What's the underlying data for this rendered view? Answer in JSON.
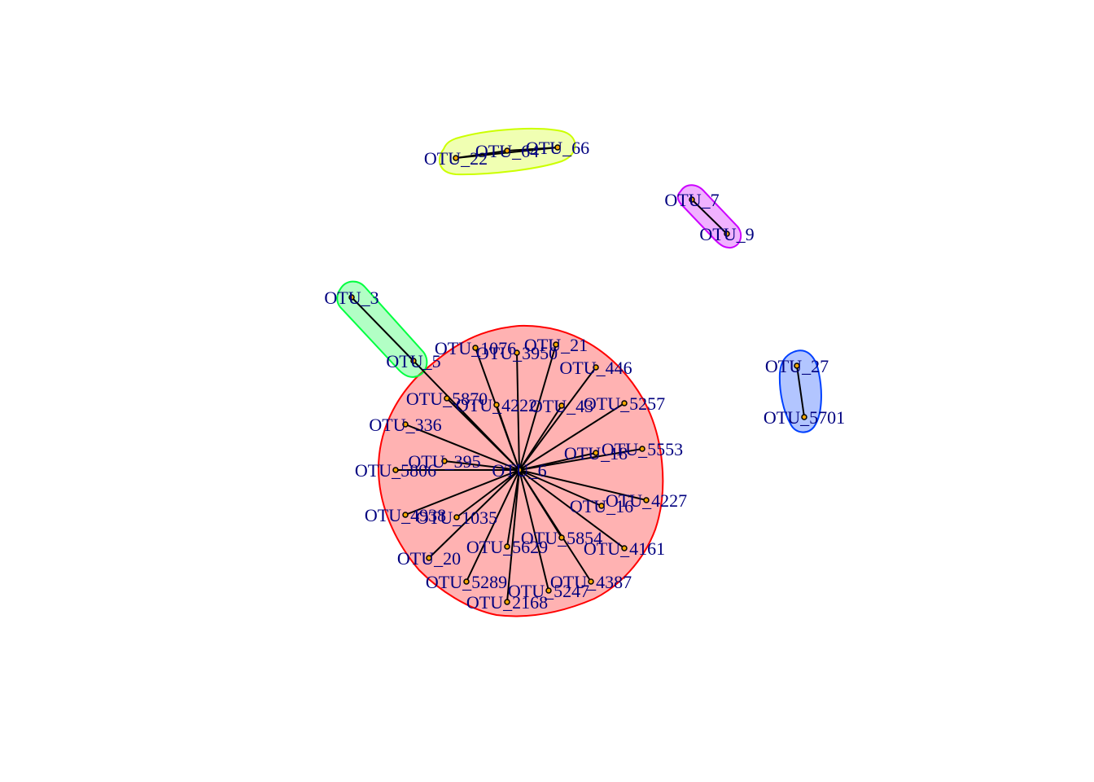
{
  "graph": {
    "node_color": "#f5a800",
    "label_color": "#00007f",
    "edge_color": "#000000",
    "groups": [
      {
        "id": "group-1",
        "fill": "#ff0000",
        "fill_opacity": 0.3,
        "stroke": "#ff0000",
        "nodes": [
          "OTU_6",
          "OTU_21",
          "OTU_1076",
          "OTU_3950",
          "OTU_446",
          "OTU_5870",
          "OTU_4222",
          "OTU_43",
          "OTU_5257",
          "OTU_336",
          "OTU_18",
          "OTU_5553",
          "OTU_395",
          "OTU_5806",
          "OTU_4227",
          "OTU_16",
          "OTU_4938",
          "OTU_1035",
          "OTU_5854",
          "OTU_4161",
          "OTU_5629",
          "OTU_20",
          "OTU_5289",
          "OTU_4387",
          "OTU_5247",
          "OTU_2168"
        ]
      },
      {
        "id": "group-2",
        "fill": "#00ff40",
        "fill_opacity": 0.3,
        "stroke": "#00ff40",
        "nodes": [
          "OTU_3",
          "OTU_5"
        ]
      },
      {
        "id": "group-3",
        "fill": "#ccff00",
        "fill_opacity": 0.3,
        "stroke": "#ccff00",
        "nodes": [
          "OTU_22",
          "OTU_64",
          "OTU_66"
        ]
      },
      {
        "id": "group-4",
        "fill": "#cc00ff",
        "fill_opacity": 0.3,
        "stroke": "#cc00ff",
        "nodes": [
          "OTU_7",
          "OTU_9"
        ]
      },
      {
        "id": "group-5",
        "fill": "#0040ff",
        "fill_opacity": 0.3,
        "stroke": "#0040ff",
        "nodes": [
          "OTU_27",
          "OTU_5701"
        ]
      }
    ],
    "nodes": [
      {
        "id": "OTU_6",
        "label": "OTU_6"
      },
      {
        "id": "OTU_21",
        "label": "OTU_21"
      },
      {
        "id": "OTU_1076",
        "label": "OTU_1076"
      },
      {
        "id": "OTU_3950",
        "label": "OTU_3950"
      },
      {
        "id": "OTU_446",
        "label": "OTU_446"
      },
      {
        "id": "OTU_5870",
        "label": "OTU_5870"
      },
      {
        "id": "OTU_4222",
        "label": "OTU_4222"
      },
      {
        "id": "OTU_43",
        "label": "OTU_43"
      },
      {
        "id": "OTU_5257",
        "label": "OTU_5257"
      },
      {
        "id": "OTU_336",
        "label": "OTU_336"
      },
      {
        "id": "OTU_18",
        "label": "OTU_18"
      },
      {
        "id": "OTU_5553",
        "label": "OTU_5553"
      },
      {
        "id": "OTU_395",
        "label": "OTU_395"
      },
      {
        "id": "OTU_5806",
        "label": "OTU_5806"
      },
      {
        "id": "OTU_4227",
        "label": "OTU_4227"
      },
      {
        "id": "OTU_16",
        "label": "OTU_16"
      },
      {
        "id": "OTU_4938",
        "label": "OTU_4938"
      },
      {
        "id": "OTU_1035",
        "label": "OTU_1035"
      },
      {
        "id": "OTU_5854",
        "label": "OTU_5854"
      },
      {
        "id": "OTU_4161",
        "label": "OTU_4161"
      },
      {
        "id": "OTU_5629",
        "label": "OTU_5629"
      },
      {
        "id": "OTU_20",
        "label": "OTU_20"
      },
      {
        "id": "OTU_5289",
        "label": "OTU_5289"
      },
      {
        "id": "OTU_4387",
        "label": "OTU_4387"
      },
      {
        "id": "OTU_5247",
        "label": "OTU_5247"
      },
      {
        "id": "OTU_2168",
        "label": "OTU_2168"
      },
      {
        "id": "OTU_3",
        "label": "OTU_3"
      },
      {
        "id": "OTU_5",
        "label": "OTU_5"
      },
      {
        "id": "OTU_22",
        "label": "OTU_22"
      },
      {
        "id": "OTU_64",
        "label": "OTU_64"
      },
      {
        "id": "OTU_66",
        "label": "OTU_66"
      },
      {
        "id": "OTU_7",
        "label": "OTU_7"
      },
      {
        "id": "OTU_9",
        "label": "OTU_9"
      },
      {
        "id": "OTU_27",
        "label": "OTU_27"
      },
      {
        "id": "OTU_5701",
        "label": "OTU_5701"
      }
    ],
    "edges": [
      [
        "OTU_6",
        "OTU_21"
      ],
      [
        "OTU_6",
        "OTU_1076"
      ],
      [
        "OTU_6",
        "OTU_3950"
      ],
      [
        "OTU_6",
        "OTU_446"
      ],
      [
        "OTU_6",
        "OTU_5870"
      ],
      [
        "OTU_6",
        "OTU_4222"
      ],
      [
        "OTU_6",
        "OTU_43"
      ],
      [
        "OTU_6",
        "OTU_5257"
      ],
      [
        "OTU_6",
        "OTU_336"
      ],
      [
        "OTU_6",
        "OTU_18"
      ],
      [
        "OTU_6",
        "OTU_5553"
      ],
      [
        "OTU_6",
        "OTU_395"
      ],
      [
        "OTU_6",
        "OTU_5806"
      ],
      [
        "OTU_6",
        "OTU_4227"
      ],
      [
        "OTU_6",
        "OTU_16"
      ],
      [
        "OTU_6",
        "OTU_4938"
      ],
      [
        "OTU_6",
        "OTU_1035"
      ],
      [
        "OTU_6",
        "OTU_5854"
      ],
      [
        "OTU_6",
        "OTU_4161"
      ],
      [
        "OTU_6",
        "OTU_5629"
      ],
      [
        "OTU_6",
        "OTU_20"
      ],
      [
        "OTU_6",
        "OTU_5289"
      ],
      [
        "OTU_6",
        "OTU_4387"
      ],
      [
        "OTU_6",
        "OTU_5247"
      ],
      [
        "OTU_6",
        "OTU_2168"
      ],
      [
        "OTU_6",
        "OTU_5"
      ],
      [
        "OTU_3",
        "OTU_5"
      ],
      [
        "OTU_22",
        "OTU_64"
      ],
      [
        "OTU_64",
        "OTU_66"
      ],
      [
        "OTU_22",
        "OTU_66"
      ],
      [
        "OTU_7",
        "OTU_9"
      ],
      [
        "OTU_27",
        "OTU_5701"
      ]
    ]
  }
}
